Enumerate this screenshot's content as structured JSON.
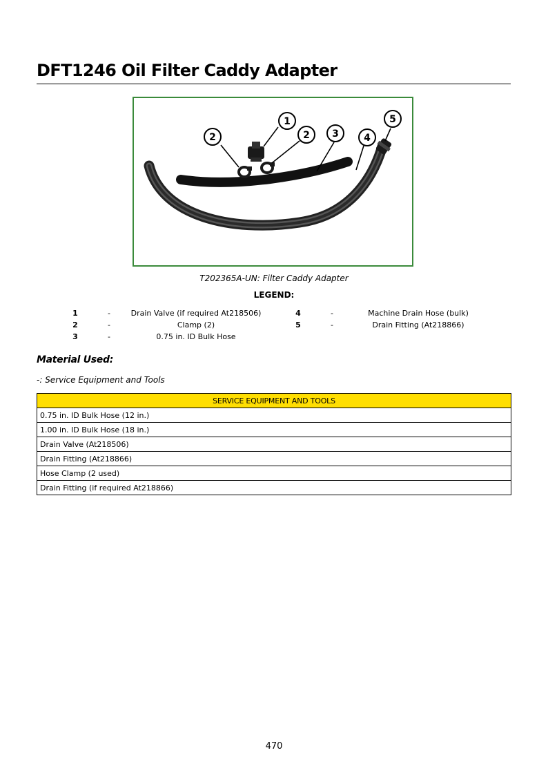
{
  "page": {
    "title": "DFT1246 Oil Filter Caddy Adapter",
    "page_number": "470"
  },
  "figure": {
    "caption": "T202365A-UN: Filter Caddy Adapter",
    "callouts": [
      "1",
      "2",
      "2",
      "3",
      "4",
      "5"
    ],
    "frame_color": "#3a8a3a"
  },
  "legend": {
    "title": "LEGEND:",
    "separator": "-",
    "items": [
      {
        "num": "1",
        "desc": "Drain Valve (if required At218506)"
      },
      {
        "num": "2",
        "desc": "Clamp (2)"
      },
      {
        "num": "3",
        "desc": "0.75 in. ID Bulk Hose"
      },
      {
        "num": "4",
        "desc": "Machine Drain Hose (bulk)"
      },
      {
        "num": "5",
        "desc": "Drain Fitting (At218866)"
      }
    ]
  },
  "material": {
    "heading": "Material Used:",
    "subheading": "-: Service Equipment and Tools"
  },
  "tools_table": {
    "header": "SERVICE EQUIPMENT AND TOOLS",
    "header_color": "#ffde00",
    "rows": [
      "0.75 in. ID Bulk Hose (12 in.)",
      "1.00 in. ID Bulk Hose (18 in.)",
      "Drain Valve (At218506)",
      "Drain Fitting (At218866)",
      "Hose Clamp (2 used)",
      "Drain Fitting (if required At218866)"
    ]
  }
}
